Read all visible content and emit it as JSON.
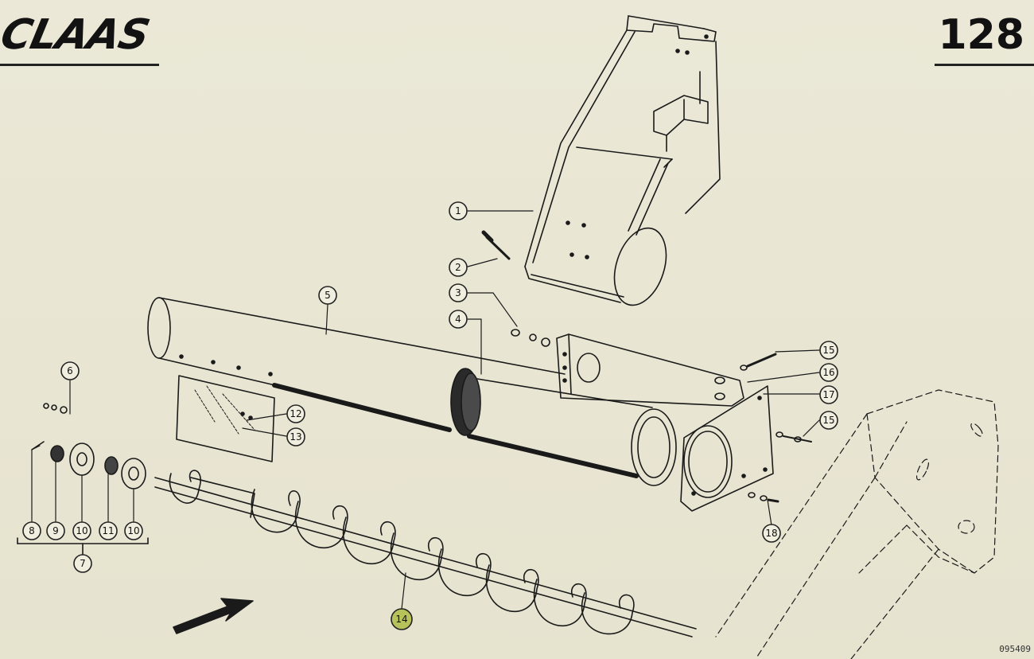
{
  "header": {
    "brand": "CLAAS",
    "page_number": "128"
  },
  "footer": {
    "drawing_id": "095409"
  },
  "callouts": {
    "c1": "1",
    "c2": "2",
    "c3": "3",
    "c4": "4",
    "c5": "5",
    "c6": "6",
    "c7": "7",
    "c8": "8",
    "c9": "9",
    "c10a": "10",
    "c10b": "10",
    "c11": "11",
    "c12": "12",
    "c13": "13",
    "c14": "14",
    "c15a": "15",
    "c15b": "15",
    "c16": "16",
    "c17": "17",
    "c18": "18"
  },
  "colors": {
    "background": "#e9e6d3",
    "ink": "#1a1a1a",
    "highlight": "#b8c25a"
  }
}
